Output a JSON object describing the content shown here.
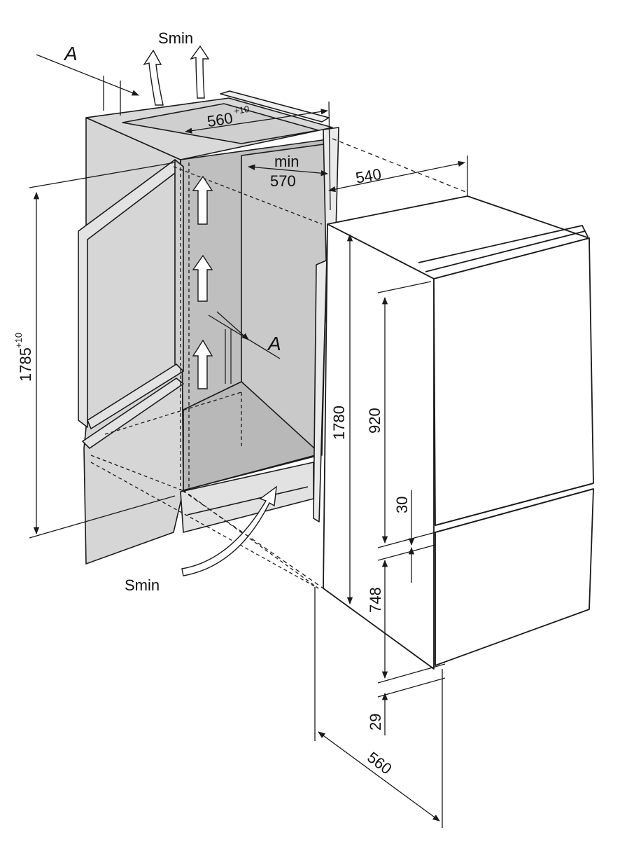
{
  "diagram": {
    "labels": {
      "s_min_top": "Smin",
      "s_min_bottom": "Smin",
      "section_a_top": "A",
      "section_a_mid": "A",
      "niche_width": "560",
      "niche_width_tol": "+10",
      "niche_depth_min_word": "min",
      "niche_depth_min_value": "570",
      "appliance_depth": "540",
      "niche_height": "1785",
      "niche_height_tol": "+10",
      "appliance_height": "1780",
      "upper_door": "920",
      "door_gap": "30",
      "lower_door": "748",
      "plinth_gap": "29",
      "appliance_width": "560"
    },
    "colors": {
      "cabinet_side": "#d4d4d4",
      "cabinet_inner": "#c3c3c3",
      "line": "#1a1a1a",
      "appliance": "#ffffff"
    }
  }
}
